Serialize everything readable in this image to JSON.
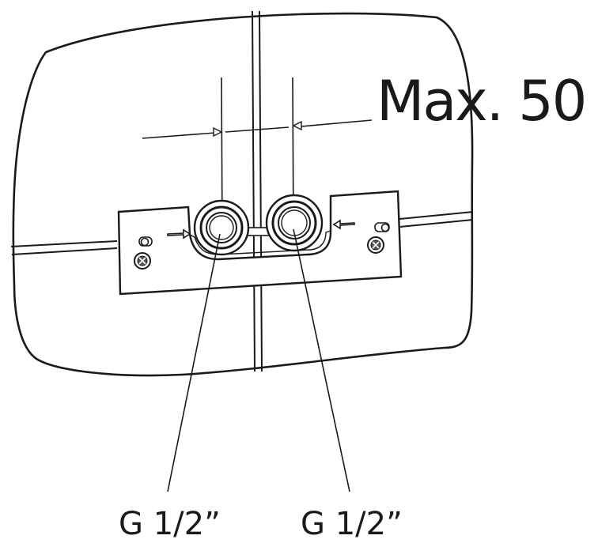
{
  "dimension_label": "Max. 50",
  "connections": [
    {
      "label": "G 1/2”"
    },
    {
      "label": "G 1/2”"
    }
  ],
  "colors": {
    "line": "#1a1a1a",
    "wall": "#ffffff",
    "background": "#ffffff"
  }
}
